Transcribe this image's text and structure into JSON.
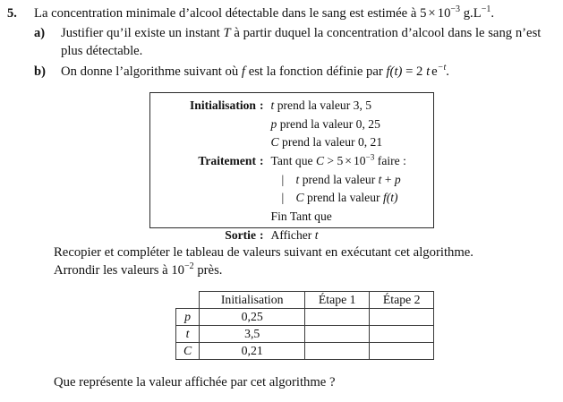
{
  "exercise": {
    "number": "5.",
    "statement_parts": {
      "pre": "La concentration minimale d’alcool détectable dans le sang est estimée à ",
      "value_mantissa": "5",
      "times": "×",
      "base": "10",
      "exponent": "−3",
      "unit_main": " g.L",
      "unit_exponent": "−1",
      "post": "."
    },
    "sub_questions": [
      {
        "label": "a)",
        "text_pre": "Justifier qu’il existe un instant ",
        "symbol": "T",
        "text_post": " à partir duquel la concentration d’alcool dans le sang n’est plus détectable."
      },
      {
        "label": "b)",
        "text_pre": "On donne l’algorithme suivant où ",
        "symbol_f": "f",
        "text_mid": " est la fonction définie par ",
        "formula_lhs": "f",
        "formula_arg": "(t)",
        "formula_eq": " = 2 ",
        "formula_t": "t",
        "formula_e": "e",
        "formula_exp": "−t",
        "text_post": "."
      }
    ]
  },
  "algorithm": {
    "rows": [
      {
        "key": "Initialisation",
        "colon": ":",
        "value_prefix": "",
        "var": "t",
        "value_text": " prend la valeur 3, 5"
      },
      {
        "key": "",
        "colon": "",
        "value_prefix": "",
        "var": "p",
        "value_text": " prend la valeur 0, 25"
      },
      {
        "key": "",
        "colon": "",
        "value_prefix": "",
        "var": "C",
        "value_text": " prend la valeur 0, 21"
      },
      {
        "key": "Traitement",
        "colon": ":",
        "value_prefix": "",
        "var": "",
        "value_text": "Tant que C > 5 × 10−3 faire :"
      },
      {
        "key": "",
        "colon": "",
        "value_prefix": "|",
        "var": "t",
        "value_text": " prend la valeur t + p"
      },
      {
        "key": "",
        "colon": "",
        "value_prefix": "|",
        "var": "C",
        "value_text": " prend la valeur f(t)"
      },
      {
        "key": "",
        "colon": "",
        "value_prefix": "",
        "var": "",
        "value_text": "Fin Tant que"
      },
      {
        "key": "Sortie",
        "colon": ":",
        "value_prefix": "",
        "var": "",
        "value_text": "Afficher t"
      }
    ],
    "labels": {
      "initialisation": "Initialisation",
      "traitement": "Traitement",
      "sortie": "Sortie",
      "colon": ":",
      "pipe": "|",
      "prend_la_valeur": "prend la valeur",
      "tant_que": "Tant que",
      "faire": "faire :",
      "fin_tant_que": "Fin Tant que",
      "afficher": "Afficher",
      "init_t": "3, 5",
      "init_p": "0, 25",
      "init_C": "0, 21",
      "cond_var": "C",
      "cond_op": ">",
      "cond_mantissa": "5",
      "cond_times": "×",
      "cond_base": "10",
      "cond_exp": "−3",
      "assign_t_var": "t",
      "assign_t_expr_t": "t",
      "assign_t_expr_plus": " + ",
      "assign_t_expr_p": "p",
      "assign_C_var": "C",
      "assign_C_expr_f": "f",
      "assign_C_expr_arg": "(t)",
      "output_var": "t",
      "var_t": "t",
      "var_p": "p",
      "var_C": "C"
    }
  },
  "instruction": {
    "line1": "Recopier et compléter le tableau de valeurs suivant en exécutant cet algorithme.",
    "line2_pre": "Arrondir les valeurs à ",
    "line2_base": "10",
    "line2_exp": "−2",
    "line2_post": " près."
  },
  "values_table": {
    "corner": "",
    "columns": [
      "Initialisation",
      "Étape 1",
      "Étape 2"
    ],
    "rows": [
      {
        "label": "p",
        "cells": [
          "0,25",
          "",
          ""
        ]
      },
      {
        "label": "t",
        "cells": [
          "3,5",
          "",
          ""
        ]
      },
      {
        "label": "C",
        "cells": [
          "0,21",
          "",
          ""
        ]
      }
    ]
  },
  "closing_question": "Que représente la valeur affichée par cet algorithme ?",
  "colors": {
    "page_background": "#ffffff",
    "text": "#111111",
    "rule": "#3a3a3a"
  }
}
